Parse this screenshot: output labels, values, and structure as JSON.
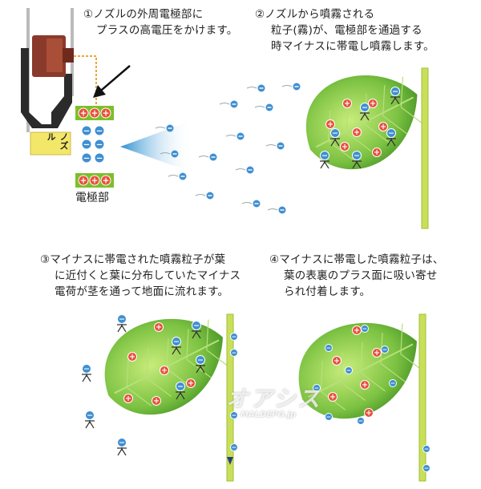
{
  "steps": [
    {
      "lines": [
        "①ノズルの外周電極部に",
        "プラスの高電圧をかけます。"
      ]
    },
    {
      "lines": [
        "②ノズルから噴霧される",
        "粒子(霧)が、電極部を通過する",
        "時マイナスに帯電し噴霧します。"
      ]
    },
    {
      "lines": [
        "③マイナスに帯電された噴霧粒子が葉",
        "に近付くと葉に分布していたマイナス",
        "電荷が茎を通って地面に流れます。"
      ]
    },
    {
      "lines": [
        "④マイナスに帯電した噴霧粒子は、",
        "葉の表裏のプラス面に吸い寄せ",
        "られ付着します。"
      ]
    }
  ],
  "labels": {
    "electrode": "電極部",
    "nozzle": "ノズル"
  },
  "watermark": {
    "brand": "オアシス",
    "site": "MALDEPO.jp"
  },
  "symbols": {
    "plus": "+",
    "minus": "−"
  },
  "colors": {
    "leaf": "#7cc242",
    "leaf_dark": "#4e9a2a",
    "stem": "#c9df5a",
    "plus": "#e8503a",
    "minus": "#3f8fd2",
    "electrode_box": "#7dbf2a",
    "spray": "#7fc4e8",
    "nozzle_body": "#8a3a2a",
    "nozzle_tag": "#f3e76a"
  }
}
